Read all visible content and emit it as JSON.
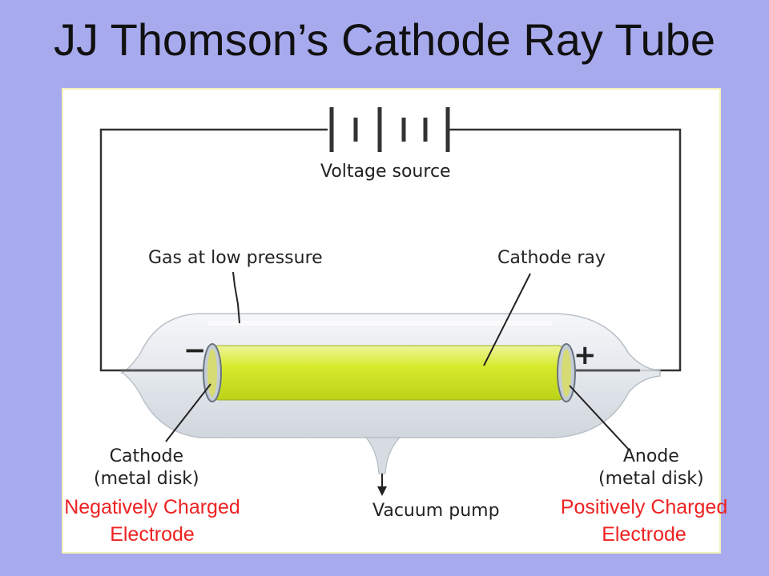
{
  "title": "JJ Thomson’s Cathode Ray Tube",
  "diagram": {
    "voltage_source": "Voltage source",
    "gas": "Gas at low pressure",
    "cathode_ray": "Cathode ray",
    "cathode": [
      "Cathode",
      "(metal disk)"
    ],
    "anode": [
      "Anode",
      "(metal disk)"
    ],
    "vacuum_pump": "Vacuum pump",
    "negative_sign": "−",
    "positive_sign": "+"
  },
  "overlays": {
    "negative": [
      "Negatively Charged",
      "Electrode"
    ],
    "positive": [
      "Positively Charged",
      "Electrode"
    ]
  },
  "colors": {
    "background": "#a8aaee",
    "overlay_text": "#ee2222",
    "ray": "#d6ea2a"
  }
}
